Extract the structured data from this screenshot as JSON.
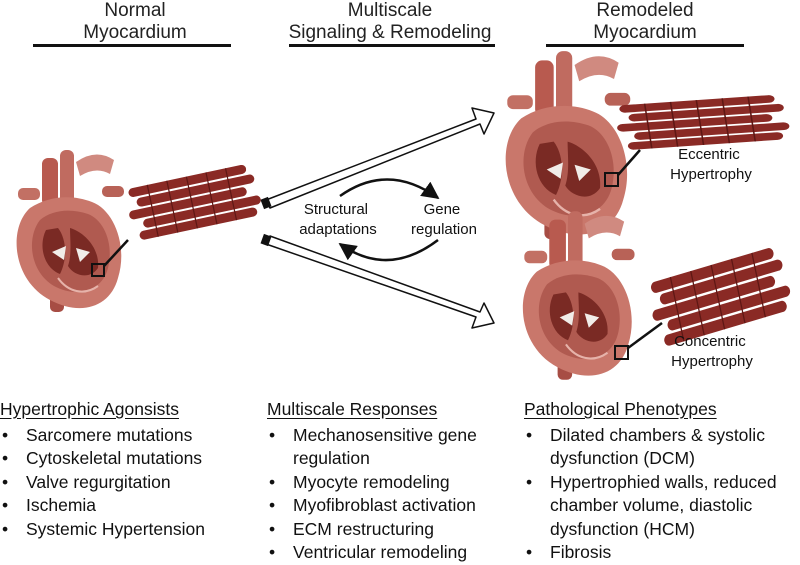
{
  "headers": {
    "normal": [
      "Normal",
      "Myocardium"
    ],
    "signaling": [
      "Multiscale",
      "Signaling & Remodeling"
    ],
    "remodeled": [
      "Remodeled",
      "Myocardium"
    ]
  },
  "center": {
    "structural": [
      "Structural",
      "adaptations"
    ],
    "gene": [
      "Gene",
      "regulation"
    ]
  },
  "phenotype_labels": {
    "eccentric": [
      "Eccentric",
      "Hypertrophy"
    ],
    "concentric": [
      "Concentric",
      "Hypertrophy"
    ]
  },
  "columns": {
    "agonists": {
      "title": "Hypertrophic Agonsists",
      "items": [
        "Sarcomere mutations",
        "Cytoskeletal mutations",
        "Valve regurgitation",
        "Ischemia",
        "Systemic Hypertension"
      ]
    },
    "responses": {
      "title": "Multiscale Responses",
      "items": [
        "Mechanosensitive gene regulation",
        "Myocyte remodeling",
        "Myofibroblast activation",
        "ECM restructuring",
        "Ventricular remodeling"
      ]
    },
    "phenotypes": {
      "title": "Pathological Phenotypes",
      "items": [
        "Dilated chambers & systolic dysfunction (DCM)",
        "Hypertrophied walls, reduced chamber volume, diastolic dysfunction (HCM)",
        "Fibrosis"
      ]
    }
  },
  "colors": {
    "heart_light": "#c9776b",
    "heart_mid": "#a94f45",
    "heart_dark": "#7a2a24",
    "muscle": "#8a2a25",
    "muscle_stripe": "#5e1714"
  }
}
